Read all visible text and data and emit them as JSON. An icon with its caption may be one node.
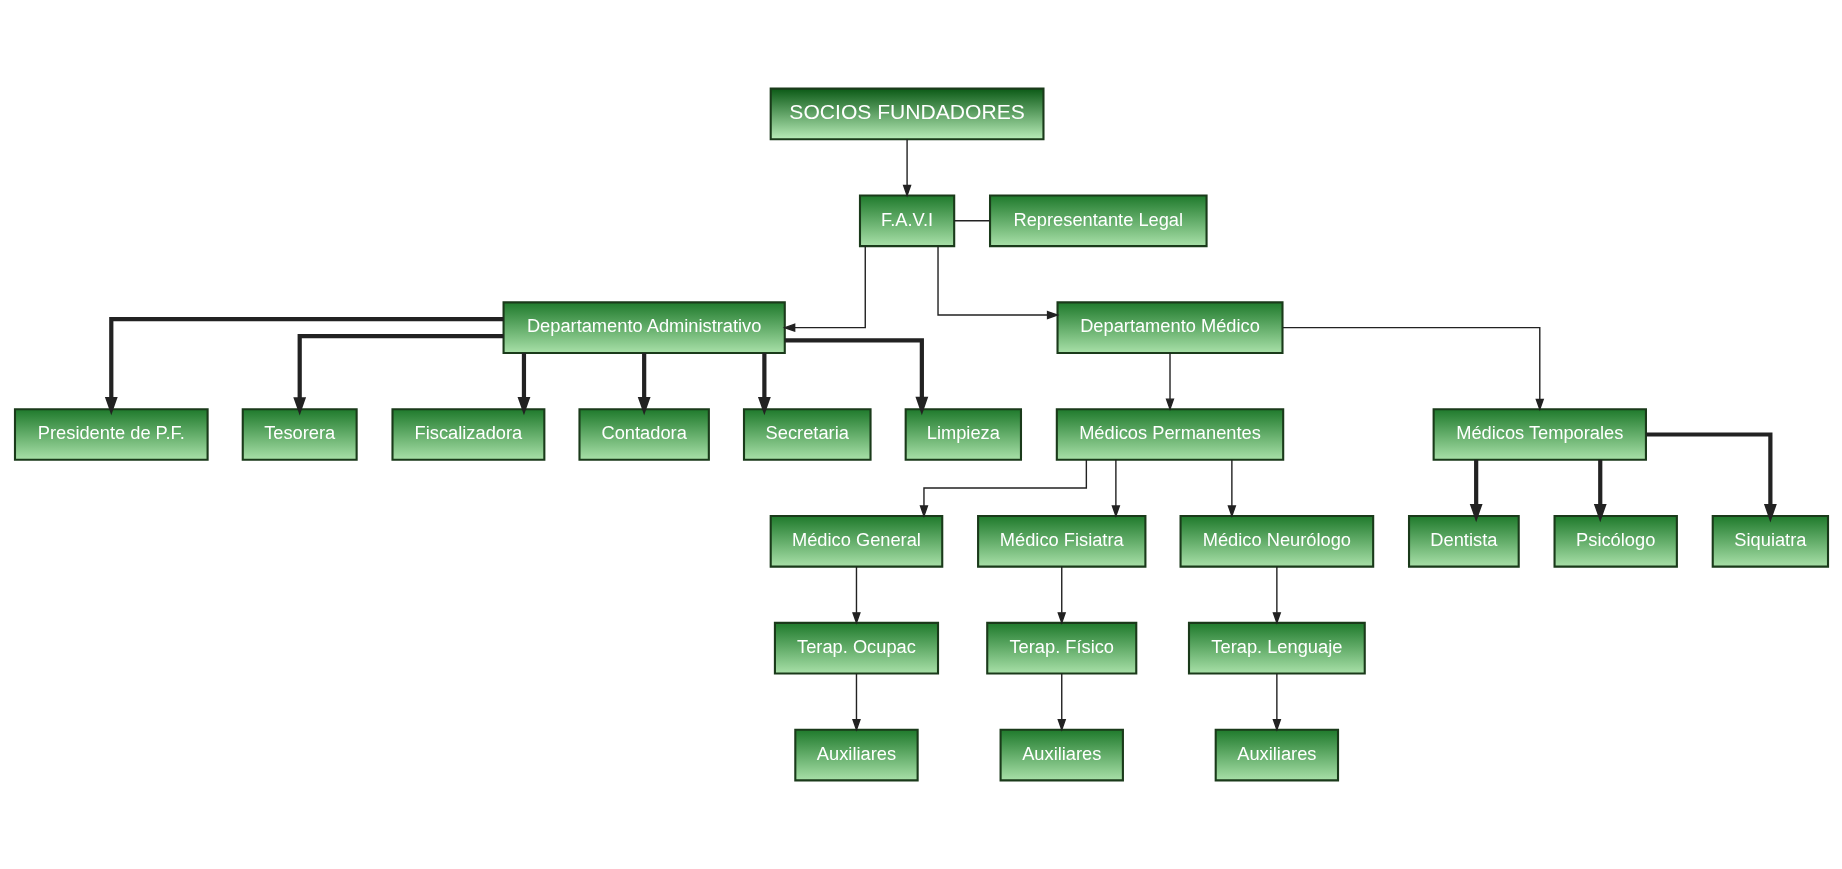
{
  "diagram": {
    "nodes": [
      {
        "text": [
          "SOCIOS FUNDADORES"
        ]
      },
      {
        "text": [
          "F.A.V.I"
        ]
      },
      {
        "text": [
          "Representante Legal"
        ]
      },
      {
        "text": [
          "Departamento Administrativo"
        ]
      },
      {
        "text": [
          "Departamento Médico"
        ]
      },
      {
        "text": [
          "Presidente de P.F."
        ]
      },
      {
        "text": [
          "Tesorera"
        ]
      },
      {
        "text": [
          "Fiscalizadora"
        ]
      },
      {
        "text": [
          "Contadora"
        ]
      },
      {
        "text": [
          "Secretaria"
        ]
      },
      {
        "text": [
          "Limpieza"
        ]
      },
      {
        "text": [
          "Médicos Permanentes"
        ]
      },
      {
        "text": [
          "Médicos Temporales"
        ]
      },
      {
        "text": [
          "Médico General"
        ]
      },
      {
        "text": [
          "Médico Fisiatra"
        ]
      },
      {
        "text": [
          "Médico Neurólogo"
        ]
      },
      {
        "text": [
          "Terap. Ocupac"
        ]
      },
      {
        "text": [
          "Terap. Físico"
        ]
      },
      {
        "text": [
          "Terap. Lenguaje"
        ]
      },
      {
        "text": [
          "Auxiliares"
        ]
      },
      {
        "text": [
          "Auxiliares"
        ]
      },
      {
        "text": [
          "Auxiliares"
        ]
      },
      {
        "text": [
          "Dentista"
        ]
      },
      {
        "text": [
          "Psicólogo"
        ]
      },
      {
        "text": [
          "Siquiatra"
        ]
      }
    ],
    "edges": [
      {
        "from": 0,
        "to": 1,
        "arrow": "to"
      },
      {
        "from": 1,
        "to": 2,
        "arrow": "none"
      },
      {
        "from": 1,
        "to": 3,
        "arrow": "to"
      },
      {
        "from": 1,
        "to": 4,
        "arrow": "to"
      },
      {
        "from": 3,
        "to": 5,
        "arrow": "to",
        "style": "thick"
      },
      {
        "from": 3,
        "to": 6,
        "arrow": "to",
        "style": "thick"
      },
      {
        "from": 3,
        "to": 7,
        "arrow": "to",
        "style": "thick"
      },
      {
        "from": 3,
        "to": 8,
        "arrow": "to",
        "style": "thick"
      },
      {
        "from": 3,
        "to": 9,
        "arrow": "to",
        "style": "thick"
      },
      {
        "from": 3,
        "to": 10,
        "arrow": "to",
        "style": "thick"
      },
      {
        "from": 4,
        "to": 11,
        "arrow": "to"
      },
      {
        "from": 4,
        "to": 12,
        "arrow": "to"
      },
      {
        "from": 11,
        "to": 13,
        "arrow": "to"
      },
      {
        "from": 11,
        "to": 14,
        "arrow": "to"
      },
      {
        "from": 11,
        "to": 15,
        "arrow": "to"
      },
      {
        "from": 13,
        "to": 16,
        "arrow": "to"
      },
      {
        "from": 14,
        "to": 17,
        "arrow": "to"
      },
      {
        "from": 15,
        "to": 18,
        "arrow": "to"
      },
      {
        "from": 16,
        "to": 19,
        "arrow": "to"
      },
      {
        "from": 17,
        "to": 20,
        "arrow": "to"
      },
      {
        "from": 18,
        "to": 21,
        "arrow": "to"
      },
      {
        "from": 12,
        "to": 22,
        "arrow": "to",
        "style": "thick"
      },
      {
        "from": 12,
        "to": 23,
        "arrow": "to",
        "style": "thick"
      },
      {
        "from": 12,
        "to": 24,
        "arrow": "to",
        "style": "thick"
      }
    ]
  }
}
